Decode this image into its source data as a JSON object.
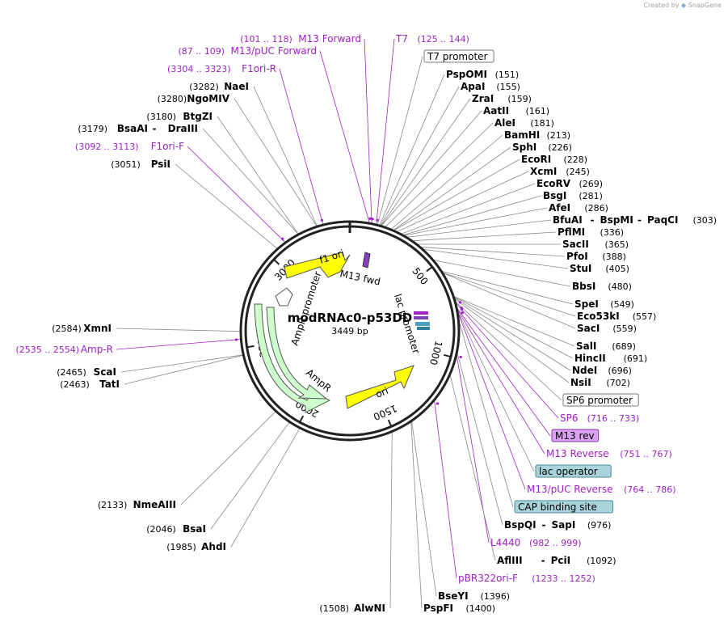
{
  "credit": {
    "prefix": "Created by",
    "product": "SnapGene"
  },
  "plasmid": {
    "name": "modRNAc0-p53DD",
    "length_label": "3449 bp",
    "length_bp": 3449
  },
  "colors": {
    "primer": "#a020c8",
    "feature_yellow": "#ffff00",
    "feature_green": "#ccffcc",
    "ring": "#222222",
    "label_line": "#888888"
  },
  "ticks": [
    "500",
    "1000",
    "1500",
    "2000",
    "2500",
    "3000"
  ],
  "features": [
    {
      "name": "f1 ori",
      "kind": "yellow"
    },
    {
      "name": "ori",
      "kind": "yellow"
    },
    {
      "name": "AmpR",
      "kind": "green"
    },
    {
      "name": "AmpR promoter",
      "kind": "white"
    },
    {
      "name": "lac promoter",
      "kind": "white"
    },
    {
      "name": "M13 fwd",
      "kind": "primer"
    }
  ],
  "left_labels": [
    {
      "type": "primer",
      "name": "M13 Forward",
      "pos": "(101 .. 118)",
      "bp": 110
    },
    {
      "type": "primer",
      "name": "M13/pUC Forward",
      "pos": "(87 .. 109)",
      "bp": 98
    },
    {
      "type": "primer",
      "name": "F1ori-R",
      "pos": "(3304 .. 3323)",
      "bp": 3313
    },
    {
      "type": "enzyme",
      "name": "NaeI",
      "pos": "(3282)",
      "bp": 3282
    },
    {
      "type": "enzyme",
      "name": "NgoMIV",
      "pos": "(3280)",
      "bp": 3280
    },
    {
      "type": "enzyme",
      "name": "BtgZI",
      "pos": "(3180)",
      "bp": 3180
    },
    {
      "type": "enzyme",
      "name": "BsaAI",
      "name2": "DraIII",
      "pos": "(3179)",
      "bp": 3179
    },
    {
      "type": "primer",
      "name": "F1ori-F",
      "pos": "(3092 .. 3113)",
      "bp": 3102
    },
    {
      "type": "enzyme",
      "name": "PsiI",
      "pos": "(3051)",
      "bp": 3051
    },
    {
      "type": "enzyme",
      "name": "XmnI",
      "pos": "(2584)",
      "bp": 2584
    },
    {
      "type": "primer",
      "name": "Amp-R",
      "pos": "(2535 .. 2554)",
      "bp": 2544
    },
    {
      "type": "enzyme",
      "name": "ScaI",
      "pos": "(2465)",
      "bp": 2465
    },
    {
      "type": "enzyme",
      "name": "TatI",
      "pos": "(2463)",
      "bp": 2463
    },
    {
      "type": "enzyme",
      "name": "NmeAIII",
      "pos": "(2133)",
      "bp": 2133
    },
    {
      "type": "enzyme",
      "name": "BsaI",
      "pos": "(2046)",
      "bp": 2046
    },
    {
      "type": "enzyme",
      "name": "AhdI",
      "pos": "(1985)",
      "bp": 1985
    },
    {
      "type": "enzyme",
      "name": "AlwNI",
      "pos": "(1508)",
      "bp": 1508
    }
  ],
  "right_labels": [
    {
      "type": "primer",
      "name": "T7",
      "pos": "(125 .. 144)",
      "bp": 134
    },
    {
      "type": "feature",
      "name": "T7 promoter",
      "bp": 140
    },
    {
      "type": "enzyme",
      "name": "PspOMI",
      "pos": "(151)",
      "bp": 151
    },
    {
      "type": "enzyme",
      "name": "ApaI",
      "pos": "(155)",
      "bp": 155
    },
    {
      "type": "enzyme",
      "name": "ZraI",
      "pos": "(159)",
      "bp": 159
    },
    {
      "type": "enzyme",
      "name": "AatII",
      "pos": "(161)",
      "bp": 161
    },
    {
      "type": "enzyme",
      "name": "AleI",
      "pos": "(181)",
      "bp": 181
    },
    {
      "type": "enzyme",
      "name": "BamHI",
      "pos": "(213)",
      "bp": 213
    },
    {
      "type": "enzyme",
      "name": "SphI",
      "pos": "(226)",
      "bp": 226
    },
    {
      "type": "enzyme",
      "name": "EcoRI",
      "pos": "(228)",
      "bp": 228
    },
    {
      "type": "enzyme",
      "name": "XcmI",
      "pos": "(245)",
      "bp": 245
    },
    {
      "type": "enzyme",
      "name": "EcoRV",
      "pos": "(269)",
      "bp": 269
    },
    {
      "type": "enzyme",
      "name": "BsgI",
      "pos": "(281)",
      "bp": 281
    },
    {
      "type": "enzyme",
      "name": "AfeI",
      "pos": "(286)",
      "bp": 286
    },
    {
      "type": "enzyme",
      "name": "BfuAI",
      "name2": "BspMI",
      "name3": "PaqCI",
      "pos": "(303)",
      "bp": 303
    },
    {
      "type": "enzyme",
      "name": "PflMI",
      "pos": "(336)",
      "bp": 336
    },
    {
      "type": "enzyme",
      "name": "SacII",
      "pos": "(365)",
      "bp": 365
    },
    {
      "type": "enzyme",
      "name": "PfoI",
      "pos": "(388)",
      "bp": 388
    },
    {
      "type": "enzyme",
      "name": "StuI",
      "pos": "(405)",
      "bp": 405
    },
    {
      "type": "enzyme",
      "name": "BbsI",
      "pos": "(480)",
      "bp": 480
    },
    {
      "type": "enzyme",
      "name": "SpeI",
      "pos": "(549)",
      "bp": 549
    },
    {
      "type": "enzyme",
      "name": "Eco53kI",
      "pos": "(557)",
      "bp": 557
    },
    {
      "type": "enzyme",
      "name": "SacI",
      "pos": "(559)",
      "bp": 559
    },
    {
      "type": "enzyme",
      "name": "SalI",
      "pos": "(689)",
      "bp": 689
    },
    {
      "type": "enzyme",
      "name": "HincII",
      "pos": "(691)",
      "bp": 691
    },
    {
      "type": "enzyme",
      "name": "NdeI",
      "pos": "(696)",
      "bp": 696
    },
    {
      "type": "enzyme",
      "name": "NsiI",
      "pos": "(702)",
      "bp": 702
    },
    {
      "type": "feature",
      "name": "SP6 promoter",
      "bp": 716
    },
    {
      "type": "primer",
      "name": "SP6",
      "pos": "(716 .. 733)",
      "bp": 724
    },
    {
      "type": "primerbox",
      "name": "M13 rev",
      "bp": 751
    },
    {
      "type": "primer",
      "name": "M13 Reverse",
      "pos": "(751 .. 767)",
      "bp": 759
    },
    {
      "type": "featurebox",
      "name": "lac operator",
      "bp": 770
    },
    {
      "type": "primer",
      "name": "M13/pUC Reverse",
      "pos": "(764 .. 786)",
      "bp": 775
    },
    {
      "type": "featurebox",
      "name": "CAP binding site",
      "bp": 820
    },
    {
      "type": "enzyme",
      "name": "BspQI",
      "name2": "SapI",
      "pos": "(976)",
      "bp": 976
    },
    {
      "type": "primer",
      "name": "L4440",
      "pos": "(982 .. 999)",
      "bp": 990
    },
    {
      "type": "enzyme",
      "name": "AflIII",
      "name2": "PciI",
      "pos": "(1092)",
      "bp": 1092
    },
    {
      "type": "primer",
      "name": "pBR322ori-F",
      "pos": "(1233 .. 1252)",
      "bp": 1242
    },
    {
      "type": "enzyme",
      "name": "BseYI",
      "pos": "(1396)",
      "bp": 1396
    },
    {
      "type": "enzyme",
      "name": "PspFI",
      "pos": "(1400)",
      "bp": 1400
    }
  ]
}
